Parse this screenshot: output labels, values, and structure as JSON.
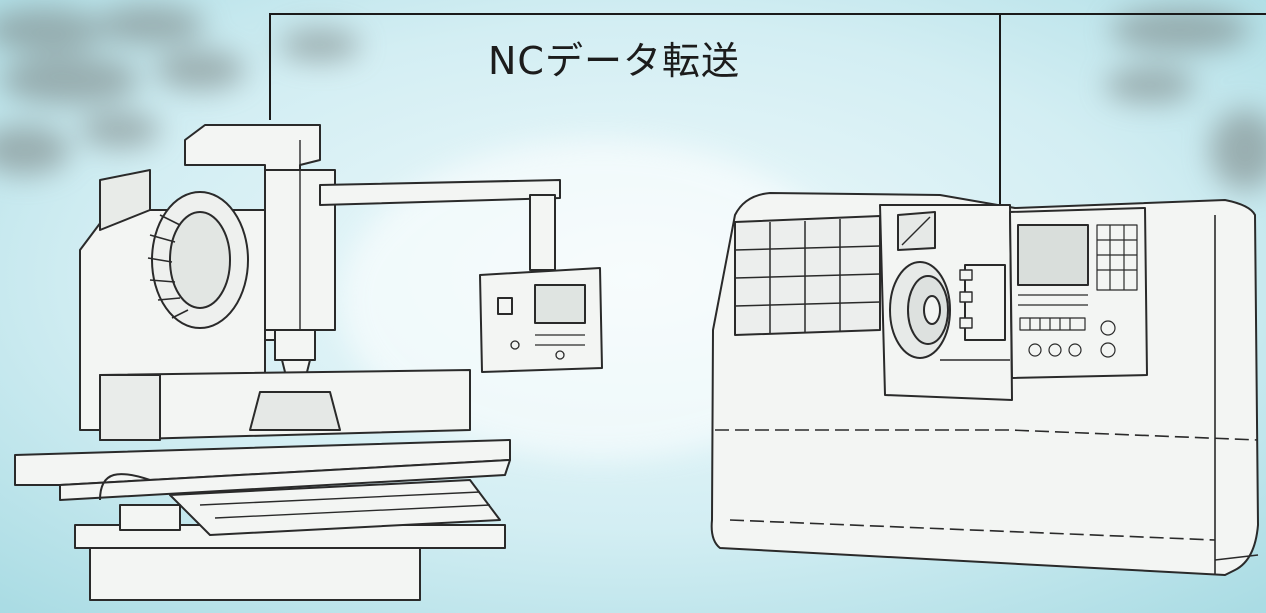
{
  "diagram": {
    "title": "NCデータ転送",
    "nodes": [
      {
        "id": "machining-center",
        "icon": "vertical-machining-center-illustration"
      },
      {
        "id": "nc-lathe",
        "icon": "cnc-lathe-illustration"
      }
    ],
    "connections": [
      {
        "from": "machining-center",
        "to": "nc-lathe"
      }
    ]
  },
  "colors": {
    "bg_center": "#e9f6f9",
    "bg_sky": "#a9dde6",
    "bg_blob": "#6f7d7c",
    "line": "#1a1a1a",
    "machine_fill": "#f2f4f2"
  }
}
